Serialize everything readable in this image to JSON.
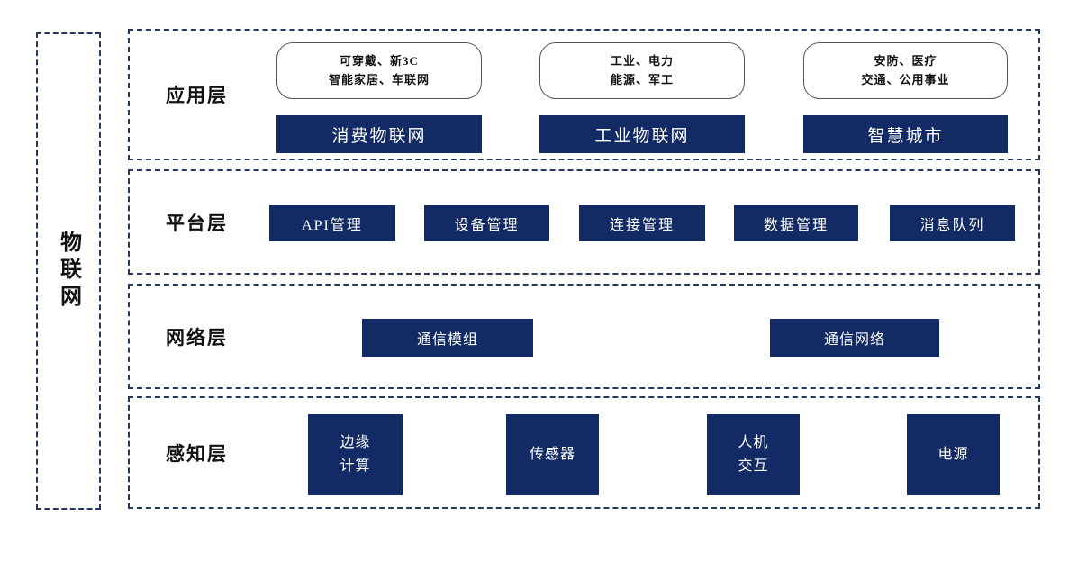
{
  "diagram": {
    "root_label": "物联网",
    "colors": {
      "navy_fill": "#122b64",
      "dashed_border": "#24395f",
      "bubble_border": "#555555",
      "box_text": "#ffffff",
      "label_text": "#111111"
    },
    "layers": [
      {
        "label": "应用层",
        "groups": [
          {
            "bubble_line1": "可穿戴、新3C",
            "bubble_line2": "智能家居、车联网",
            "box": "消费物联网"
          },
          {
            "bubble_line1": "工业、电力",
            "bubble_line2": "能源、军工",
            "box": "工业物联网"
          },
          {
            "bubble_line1": "安防、医疗",
            "bubble_line2": "交通、公用事业",
            "box": "智慧城市"
          }
        ]
      },
      {
        "label": "平台层",
        "boxes": [
          "API管理",
          "设备管理",
          "连接管理",
          "数据管理",
          "消息队列"
        ]
      },
      {
        "label": "网络层",
        "boxes": [
          "通信模组",
          "通信网络"
        ]
      },
      {
        "label": "感知层",
        "boxes": [
          {
            "line1": "边缘",
            "line2": "计算"
          },
          {
            "line1": "传感器"
          },
          {
            "line1": "人机",
            "line2": "交互"
          },
          {
            "line1": "电源"
          }
        ]
      }
    ]
  }
}
